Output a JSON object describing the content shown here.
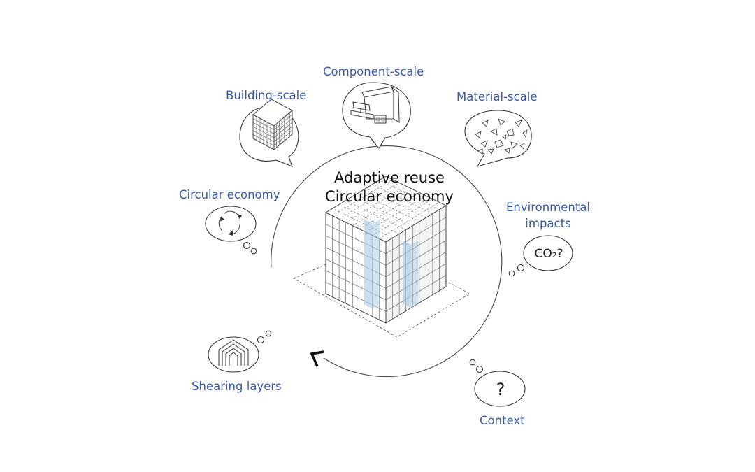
{
  "center": {
    "line1": "Adaptive reuse",
    "line2": "Circular economy"
  },
  "labels": {
    "component_scale": "Component-scale",
    "building_scale": "Building-scale",
    "material_scale": "Material-scale",
    "circular_economy": "Circular economy",
    "environmental_line1": "Environmental",
    "environmental_line2": "impacts",
    "shearing_layers": "Shearing layers",
    "context": "Context"
  },
  "bubble_text": {
    "co2": "CO₂?",
    "question": "?"
  },
  "colors": {
    "label_blue": "#3a5aa8",
    "highlight_blue": "#a9cbe6",
    "line": "#444444"
  },
  "icons": [
    "building-icon",
    "component-beams-icon",
    "material-aggregate-icon",
    "recycle-arrows-icon",
    "co2-icon",
    "nested-house-layers-icon",
    "question-icon",
    "cycle-arrow-icon"
  ]
}
